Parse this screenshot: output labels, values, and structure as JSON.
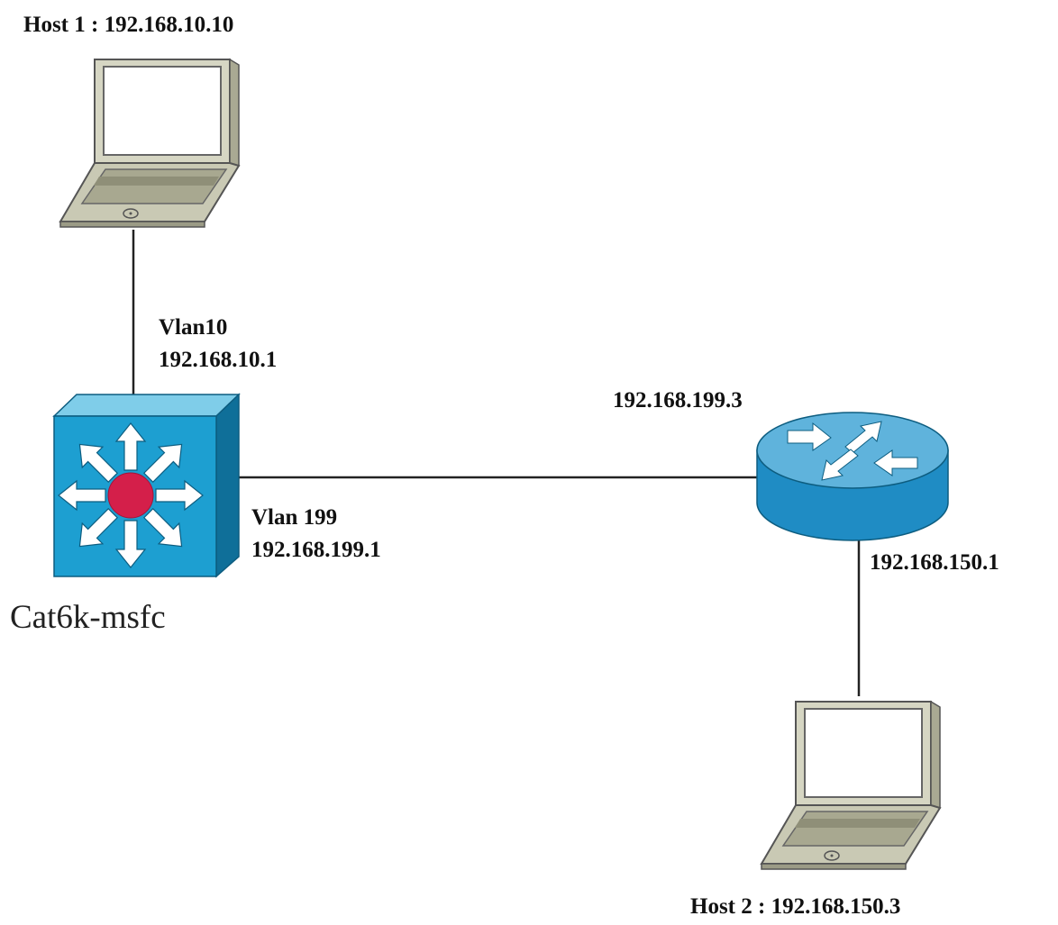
{
  "diagram": {
    "host1": {
      "label": "Host 1 : 192.168.10.10"
    },
    "host2": {
      "label": "Host 2 : 192.168.150.3"
    },
    "switch": {
      "name": "Cat6k-msfc",
      "vlan10_name": "Vlan10",
      "vlan10_ip": "192.168.10.1",
      "vlan199_name": "Vlan 199",
      "vlan199_ip": "192.168.199.1"
    },
    "router": {
      "ip_link": "192.168.199.3",
      "ip_host": "192.168.150.1"
    },
    "colors": {
      "switch_front": "#1d9fd1",
      "switch_top": "#7fcde9",
      "switch_side": "#0f6f99",
      "switch_center": "#d41f4a",
      "router_top": "#5fb3dc",
      "router_side": "#1f8cc4",
      "laptop_body": "#c9c9b4",
      "laptop_screen": "#ffffff",
      "link": "#222222"
    },
    "icons": [
      "laptop-icon",
      "layer3-switch-icon",
      "router-icon"
    ]
  }
}
